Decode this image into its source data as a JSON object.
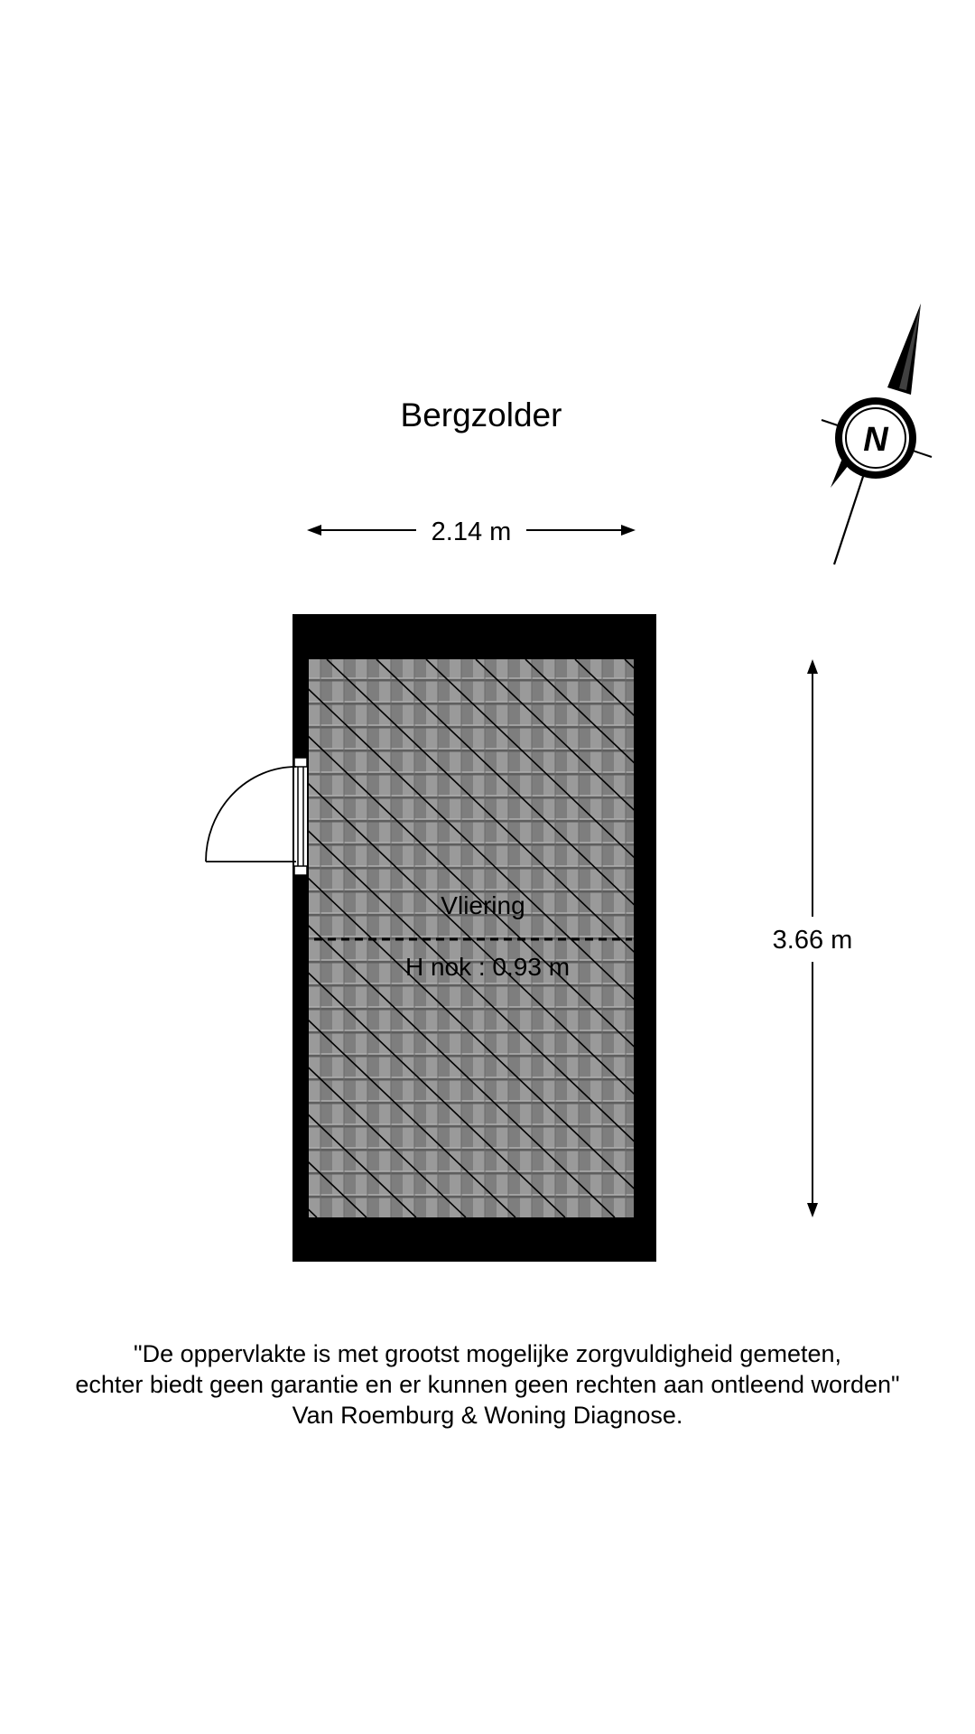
{
  "floor": {
    "title": "Bergzolder"
  },
  "dimensions": {
    "width": "2.14 m",
    "depth": "3.66 m"
  },
  "room": {
    "name": "Vliering",
    "ridge_height": "H nok : 0.93 m"
  },
  "compass": {
    "letter": "N",
    "icon": "north-arrow-icon"
  },
  "disclaimer": {
    "line1": "\"De oppervlakte is met grootst mogelijke zorgvuldigheid gemeten,",
    "line2": "echter biedt geen garantie en er kunnen geen rechten aan ontleend worden\"",
    "line3": "Van Roemburg & Woning Diagnose."
  },
  "colors": {
    "wall": "#000000",
    "roof_tiles": "#8a8a8a",
    "background": "#ffffff"
  }
}
